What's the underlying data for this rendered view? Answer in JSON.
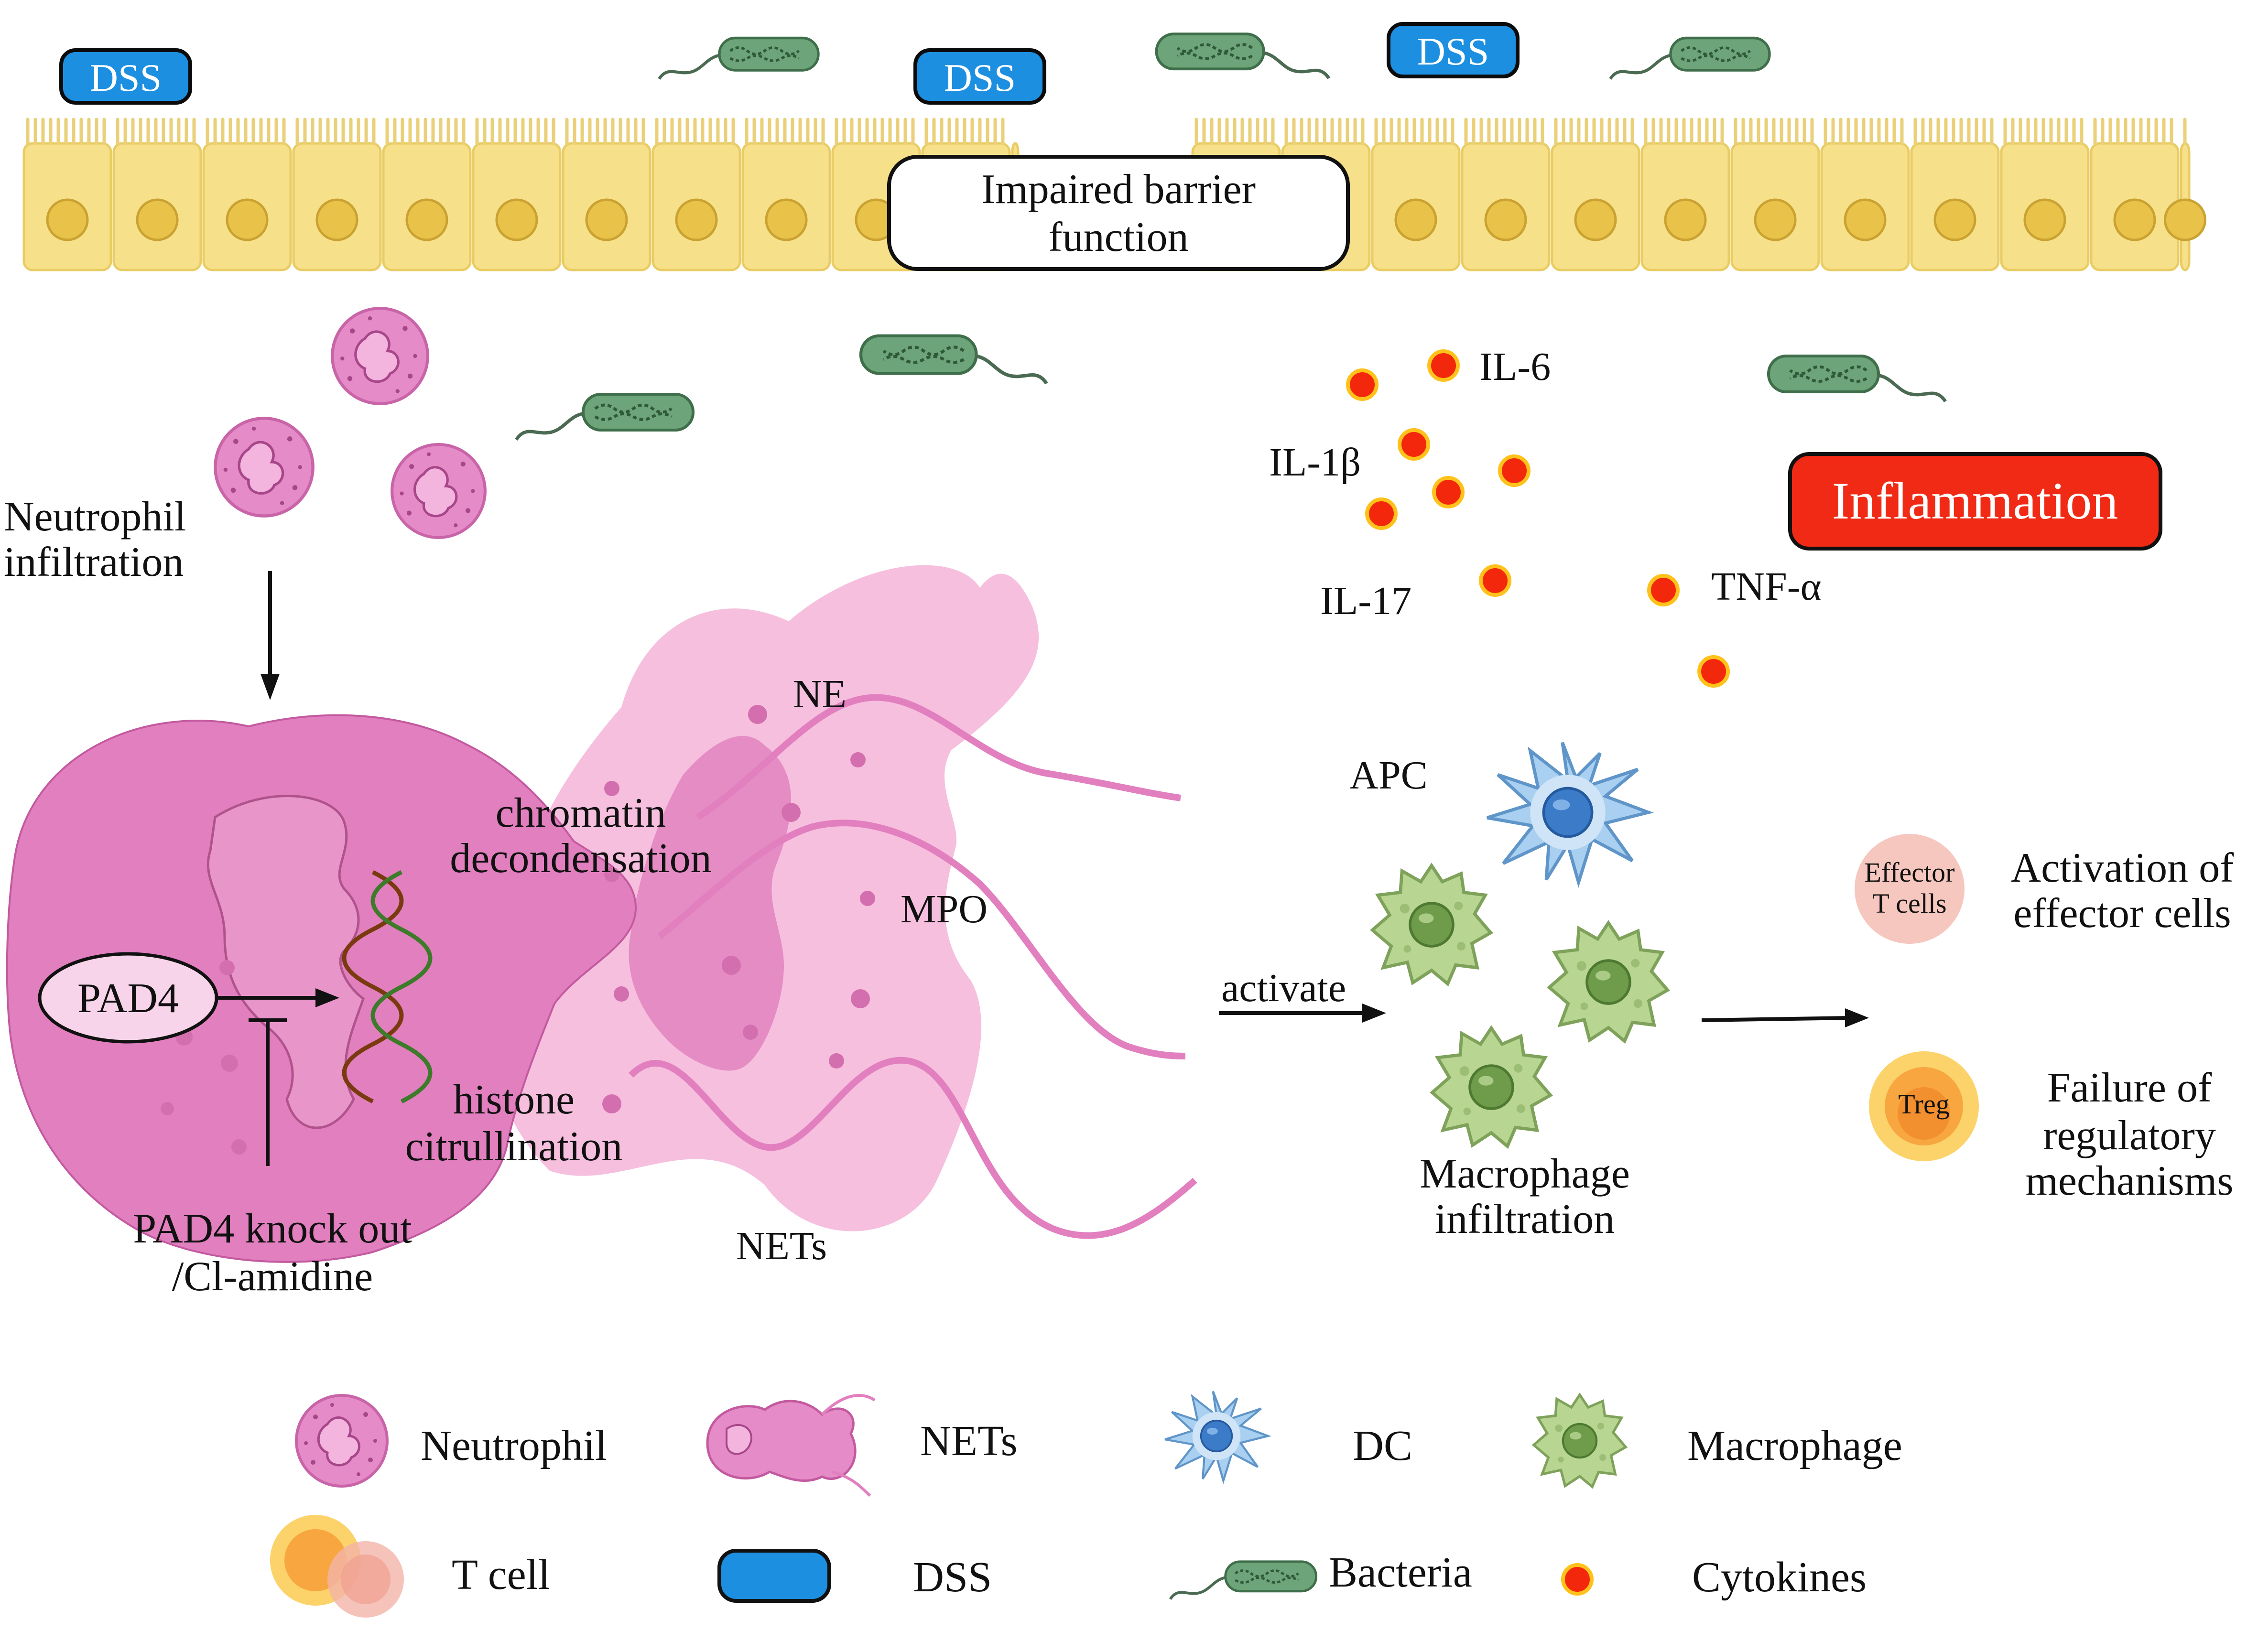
{
  "colors": {
    "epithelium": "#f7e08a",
    "nucleus": "#e9c24a",
    "dss": "#1d8fe0",
    "inflammation": "#f02a14",
    "cytokine": "#f3270b",
    "cytokine_ring": "#ffc21a",
    "net_pink": "#f2a6d3",
    "neutrophil": "#e58cc8",
    "macrophage": "#b8d592",
    "dc": "#a9d0f0",
    "bacteria": "#6ea47a"
  },
  "top": {
    "dss_labels": [
      "DSS",
      "DSS",
      "DSS"
    ],
    "barrier_label_line1": "Impaired barrier",
    "barrier_label_line2": "function"
  },
  "left": {
    "infiltration_line1": "Neutrophil",
    "infiltration_line2": "infiltration",
    "pad4": "PAD4",
    "knockout_line1": "PAD4 knock out",
    "knockout_line2": "/Cl-amidine",
    "chromatin_line1": "chromatin",
    "chromatin_line2": "decondensation",
    "histone_line1": "histone",
    "histone_line2": "citrullination",
    "ne": "NE",
    "mpo": "MPO",
    "nets": "NETs"
  },
  "cytokines": {
    "il6": "IL-6",
    "il1b": "IL-1β",
    "il17": "IL-17",
    "tnfa": "TNF-α",
    "inflammation": "Inflammation"
  },
  "right": {
    "apc": "APC",
    "activate": "activate",
    "macrophage_line1": "Macrophage",
    "macrophage_line2": "infiltration",
    "effector_cell_line1": "Effector",
    "effector_cell_line2": "T cells",
    "activation_line1": "Activation of",
    "activation_line2": "effector cells",
    "treg": "Treg",
    "failure_line1": "Failure of",
    "failure_line2": "regulatory",
    "failure_line3": "mechanisms"
  },
  "legend": [
    {
      "label": "Neutrophil",
      "icon": "neutrophil-icon"
    },
    {
      "label": "NETs",
      "icon": "nets-icon"
    },
    {
      "label": "DC",
      "icon": "dendritic-cell-icon"
    },
    {
      "label": "Macrophage",
      "icon": "macrophage-icon"
    },
    {
      "label": "T cell",
      "icon": "t-cell-icon"
    },
    {
      "label": "DSS",
      "icon": "dss-icon"
    },
    {
      "label": "Bacteria",
      "icon": "bacteria-icon"
    },
    {
      "label": "Cytokines",
      "icon": "cytokine-icon"
    }
  ]
}
